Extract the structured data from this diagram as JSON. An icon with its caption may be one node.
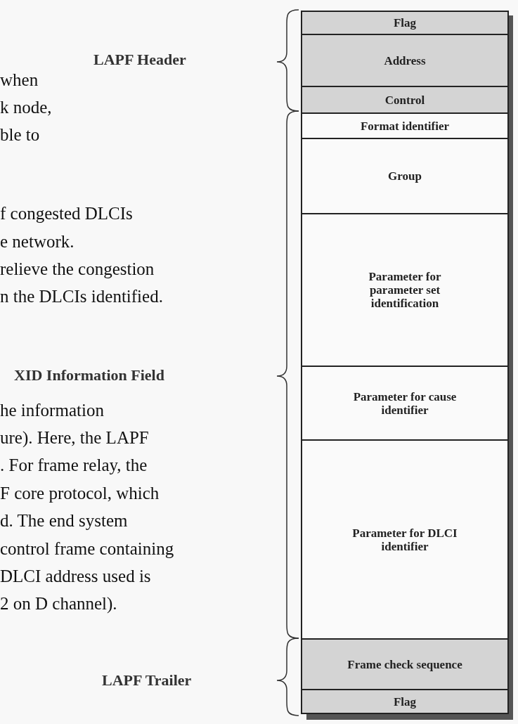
{
  "diagram": {
    "nodes": [
      {
        "text": [
          "Flag"
        ]
      },
      {
        "text": [
          "Address"
        ]
      },
      {
        "text": [
          "Control"
        ]
      },
      {
        "text": [
          "Format identifier"
        ]
      },
      {
        "text": [
          "Group"
        ]
      },
      {
        "text": [
          "Parameter for parameter set identification"
        ]
      },
      {
        "text": [
          "Parameter for cause identifier"
        ]
      },
      {
        "text": [
          "Parameter for DLCI identifier"
        ]
      },
      {
        "text": [
          "Frame check sequence"
        ]
      },
      {
        "text": [
          "Flag"
        ]
      }
    ],
    "edges": [],
    "labels": [
      "LAPF Header",
      "when",
      "k node,",
      "ble to",
      "f congested DLCIs",
      "e network.",
      "relieve the congestion",
      "n the DLCIs identified.",
      "XID Information Field",
      "he information",
      "ure). Here, the LAPF",
      ". For frame relay, the",
      "F core protocol, which",
      "d. The end system",
      "control frame containing",
      "DLCI address used is",
      "2 on D channel).",
      "LAPF Trailer"
    ]
  }
}
